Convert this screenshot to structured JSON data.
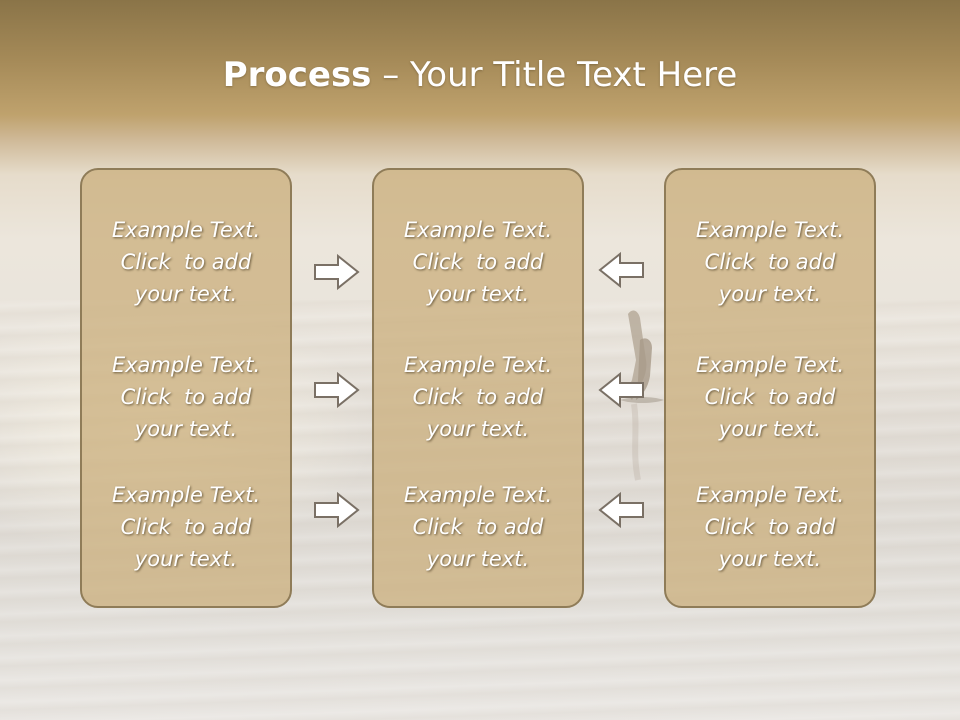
{
  "title": {
    "bold": "Process",
    "rest": " – Your Title Text Here"
  },
  "colors": {
    "panel_fill": "#cbb181",
    "panel_border": "#8f7c58",
    "arrow_fill": "#ffffff",
    "arrow_stroke": "#7a7065",
    "text": "#ffffff"
  },
  "icons": [
    "arrow-right-icon",
    "arrow-left-icon"
  ],
  "panels": {
    "left": [
      {
        "line1": "Example Text.",
        "line2": "Click  to add",
        "line3": "your text."
      },
      {
        "line1": "Example Text.",
        "line2": "Click  to add",
        "line3": "your text."
      },
      {
        "line1": "Example Text.",
        "line2": "Click  to add",
        "line3": "your text."
      }
    ],
    "center": [
      {
        "line1": "Example Text.",
        "line2": "Click  to add",
        "line3": "your text."
      },
      {
        "line1": "Example Text.",
        "line2": "Click  to add",
        "line3": "your text."
      },
      {
        "line1": "Example Text.",
        "line2": "Click  to add",
        "line3": "your text."
      }
    ],
    "right": [
      {
        "line1": "Example Text.",
        "line2": "Click  to add",
        "line3": "your text."
      },
      {
        "line1": "Example Text.",
        "line2": "Click  to add",
        "line3": "your text."
      },
      {
        "line1": "Example Text.",
        "line2": "Click  to add",
        "line3": "your text."
      }
    ]
  }
}
